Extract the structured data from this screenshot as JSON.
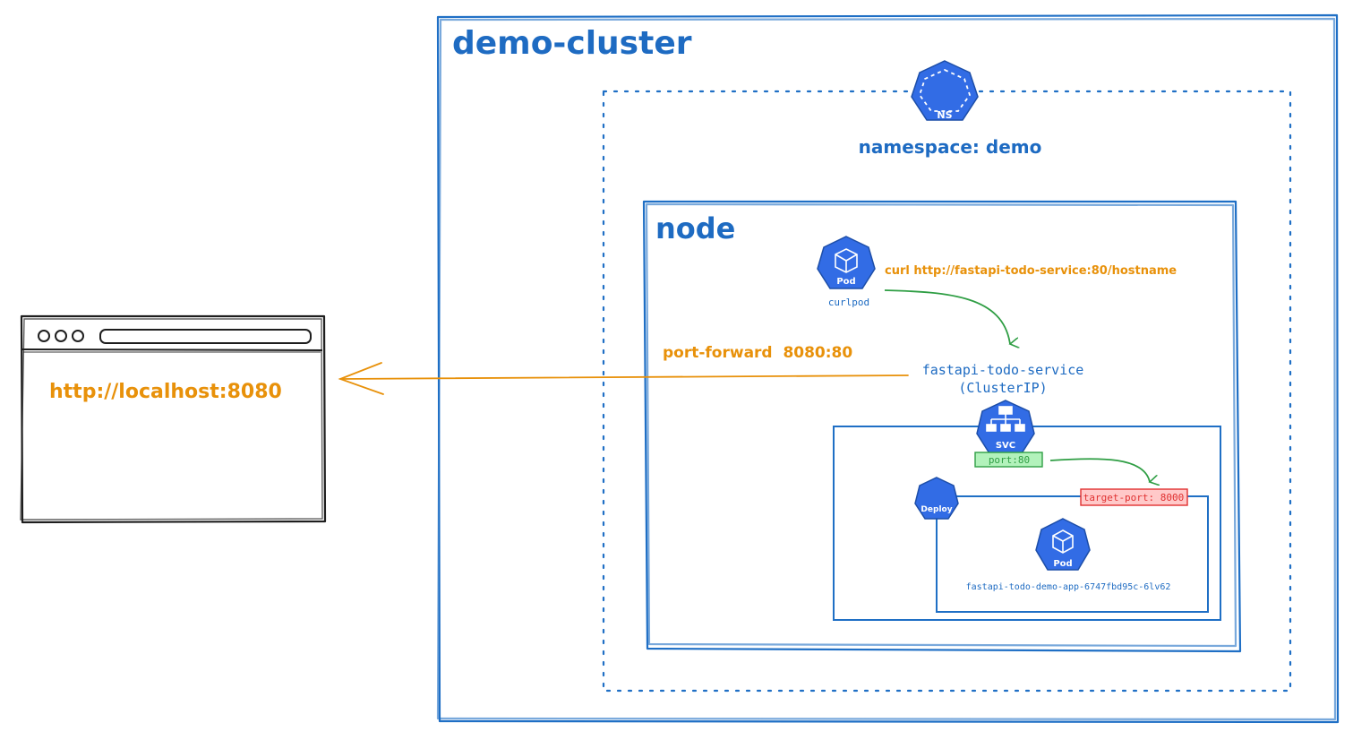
{
  "cluster": {
    "title": "demo-cluster"
  },
  "namespace": {
    "icon_label": "NS",
    "label": "namespace: demo"
  },
  "node": {
    "title": "node"
  },
  "curlpod": {
    "icon_label": "Pod",
    "name": "curlpod",
    "command": "curl http://fastapi-todo-service:80/hostname"
  },
  "service": {
    "name": "fastapi-todo-service",
    "type": "(ClusterIP)",
    "icon_label": "SVC",
    "port_label": "port:80",
    "target_port_label": "target-port: 8000"
  },
  "deployment": {
    "icon_label": "Deploy"
  },
  "app_pod": {
    "icon_label": "Pod",
    "name": "fastapi-todo-demo-app-6747fbd95c-6lv62"
  },
  "port_forward": {
    "label": "port-forward  8080:80"
  },
  "browser": {
    "url": "http://localhost:8080"
  },
  "colors": {
    "blue": "#1f6fc5",
    "orange": "#e8910a",
    "green": "#2f9e44",
    "red": "#e03131",
    "k8s_blue": "#326ce5"
  },
  "icons": [
    "namespace-icon",
    "pod-icon",
    "service-icon",
    "deployment-icon",
    "browser-window-icon"
  ]
}
